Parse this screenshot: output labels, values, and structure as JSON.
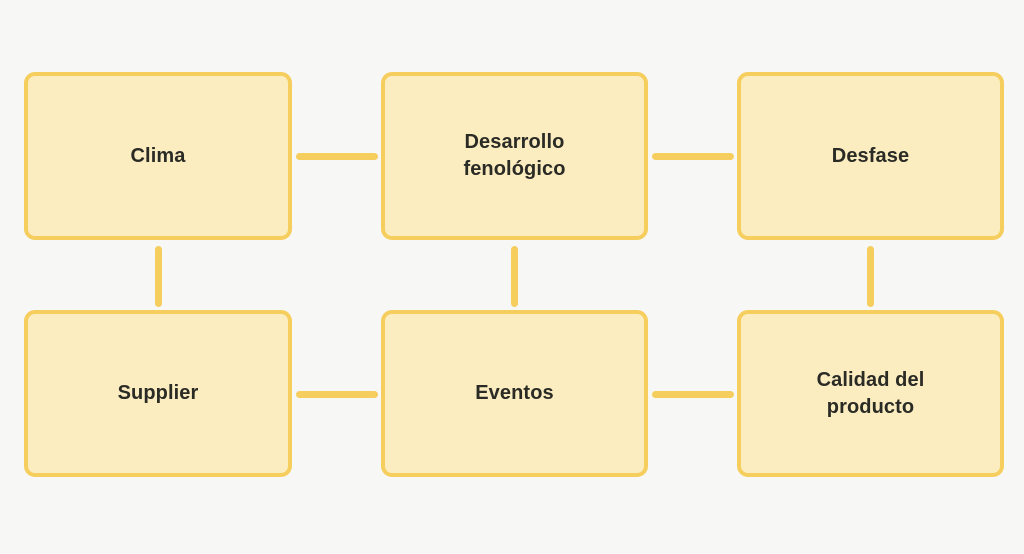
{
  "diagram": {
    "type": "flowchart-grid",
    "background_color": "#f7f7f6",
    "node_fill_color": "#fbedc0",
    "node_border_color": "#f6ce5e",
    "connector_color": "#f6ce5e",
    "node_text_color": "#2b2b26",
    "nodes": [
      {
        "id": "clima",
        "label": "Clima",
        "row": 1,
        "col": 1
      },
      {
        "id": "desarrollo",
        "label": "Desarrollo\nfenológico",
        "row": 1,
        "col": 2
      },
      {
        "id": "desfase",
        "label": "Desfase",
        "row": 1,
        "col": 3
      },
      {
        "id": "supplier",
        "label": "Supplier",
        "row": 2,
        "col": 1
      },
      {
        "id": "eventos",
        "label": "Eventos",
        "row": 2,
        "col": 2
      },
      {
        "id": "calidad",
        "label": "Calidad del\nproducto",
        "row": 2,
        "col": 3
      }
    ],
    "connectors": [
      {
        "id": "clima-desarrollo",
        "from": "clima",
        "to": "desarrollo",
        "orientation": "horizontal"
      },
      {
        "id": "desarrollo-desfase",
        "from": "desarrollo",
        "to": "desfase",
        "orientation": "horizontal"
      },
      {
        "id": "supplier-eventos",
        "from": "supplier",
        "to": "eventos",
        "orientation": "horizontal"
      },
      {
        "id": "eventos-calidad",
        "from": "eventos",
        "to": "calidad",
        "orientation": "horizontal"
      },
      {
        "id": "clima-supplier",
        "from": "clima",
        "to": "supplier",
        "orientation": "vertical"
      },
      {
        "id": "desarrollo-eventos",
        "from": "desarrollo",
        "to": "eventos",
        "orientation": "vertical"
      },
      {
        "id": "desfase-calidad",
        "from": "desfase",
        "to": "calidad",
        "orientation": "vertical"
      }
    ]
  }
}
